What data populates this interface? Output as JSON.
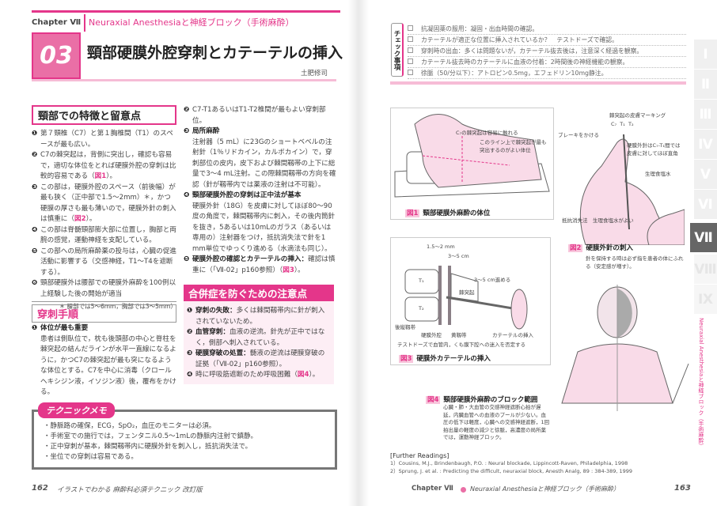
{
  "header": {
    "chapter": "Chapter Ⅶ",
    "chapter_subtitle": "Neuraxial Anesthesiaと神経ブロック（手術麻酔）",
    "number": "03",
    "title": "頸部硬膜外腔穿刺とカテーテルの挿入",
    "author": "土肥修司"
  },
  "features": {
    "heading": "頸部での特徴と留意点",
    "items": [
      {
        "b": "❶",
        "t": "第７頸椎（C7）と第１胸椎間（T1）のスペースが最も広い。"
      },
      {
        "b": "❷",
        "t": "C7の棘突起は，背側に突出し，確認も容易で，適切な体位をとれば硬膜外腔の穿刺は比較的容易である（",
        "r": "図1",
        "e": "）。"
      },
      {
        "b": "❸",
        "t": "この部は，硬膜外腔のスペース（前後幅）が最も狭く（正中部で1.5～2mm）＊，かつ硬膜の厚さも最も薄いので，硬膜外針の刺入は慎重に（",
        "r": "図2",
        "e": "）。"
      },
      {
        "b": "❹",
        "t": "この部は脊髄頸部膨大部に位置し，胸部と両腕の感覚，運動神経を支配している。"
      },
      {
        "b": "❺",
        "t": "この部への局所麻酔薬の投与は，心臓の促進活動に影響する（交感神経，T1～T4を遮断する）。"
      },
      {
        "b": "❻",
        "t": "頸部硬膜外は腰部での硬膜外麻酔を100例以上経験した後の開始が適当"
      }
    ],
    "footnote": "＊ 腰部では5～6mm，胸部では3～5mm）"
  },
  "procedure": {
    "heading": "穿刺手順",
    "items": [
      {
        "b": "❶",
        "h": "体位が最も重要",
        "t": "患者は側臥位で，枕も後頭部の中心と脊柱を棘突起の結んだラインが水平一直線になるように，かつC7の棘突起が最も突になるような体位とする。C7を中心に消毒（クロールヘキシジン液，イソジン液）後，覆布をかける。"
      },
      {
        "b": "❷",
        "h": "",
        "t": "C7-T1あるいはT1-T2椎間が最もよい穿刺部位。"
      },
      {
        "b": "❸",
        "h": "局所麻酔",
        "t": "注射器（5 mL）に23Gのショートベベルの注射針（1％リドカイン，カルボカイン）で，穿刺部位の皮内，皮下および棘間靱帯の上下に総量で3～4 mL注射。この際棘間靱帯の方向を確認（針が靱帯内では薬液の注射は不可能）。"
      },
      {
        "b": "❹",
        "h": "頸部硬膜外腔の穿刺は正中法が基本",
        "t": "硬膜外針（18G）を皮膚に対してほぼ80～90度の角度で，棘間靱帯内に刺入，その後内筒針を抜き，5あるいは10mLのガラス（あるいは専用の）注射器をつけ，抵抗消失法で針を1 mm単位でゆっくり進める（水滴法も同じ）。"
      },
      {
        "b": "❺",
        "h": "硬膜外腔の確認とカテーテルの挿入：",
        "t": "確認は慎重に（「Ⅶ-02」p160参照）（",
        "r": "図3",
        "e": "）。"
      }
    ]
  },
  "complications": {
    "heading": "合併症を防ぐための注意点",
    "items": [
      {
        "b": "❶",
        "h": "穿刺の失敗：",
        "t": "多くは棘間靱帯内に針が刺入されていないため。"
      },
      {
        "b": "❷",
        "h": "血管穿刺：",
        "t": "血液の逆流。針先が正中ではなく，側部へ刺入されている。"
      },
      {
        "b": "❸",
        "h": "硬膜穿破の処置：",
        "t": "髄液の逆流は硬膜穿破の証拠（「Ⅶ-02」p160参照）。"
      },
      {
        "b": "❹",
        "h": "",
        "t": "時に呼吸筋遮断のため呼吸困難（",
        "r": "図4",
        "e": "）。"
      }
    ]
  },
  "memo": {
    "label": "テクニックメモ",
    "items": [
      "・静脈路の確保，ECG，SpO₂，血圧のモニターは必須。",
      "・手術室での施行では，フェンタニル0.5～1mLの静脈内注射で鎮静。",
      "・正中穿刺が基本，棘間靱帯内に硬膜外針を刺入し，抵抗消失法で。",
      "・坐位での穿刺は容易である。"
    ]
  },
  "footer_left": {
    "page": "162",
    "book": "イラストでわかる 麻酔科必須テクニック 改訂版"
  },
  "checklist": {
    "label": "チェック事項",
    "items": [
      "抗凝固薬の服用：凝固・出血時間の確認。",
      "カテーテルが適正な位置に挿入されているか？　テストドーズで確認。",
      "穿刺時の出血：多くは問題ないが，カテーテル抜去後は，注意深く経過を観察。",
      "カテーテル抜去時のカテーテルに血液の付着：2時間後の神経機能の観察。",
      "徐脈（50/分以下）：アトロピン0.5mg，エフェドリン10mg静注。"
    ]
  },
  "fig1": {
    "num": "図1",
    "caption": "頸部硬膜外麻酔の体位",
    "note1": "C₇の棘突起は容易に触れる",
    "note2": "このライン上で棘突起が最も突出するのがよい体位"
  },
  "fig2": {
    "num": "図2",
    "caption": "硬膜外針の刺入",
    "desc": "針を保持する時は必ず指を患者の体にふれる（安定感が増す）。",
    "marking": "棘突起の皮膚マーキング",
    "c7": "C₇",
    "t1": "T₁",
    "t2": "T₂",
    "brake": "ブレーキをかける",
    "angle": "硬膜外針はC₇-T₁間では皮膚に対してほぼ直角",
    "saline": "生理食塩水",
    "lor": "抵抗消失法　生理食塩水がよい"
  },
  "fig3": {
    "num": "図3",
    "caption": "硬膜外カテーテルの挿入",
    "gap": "1.5～2 mm",
    "len": "3～5 cm",
    "advance": "3～5 cm進める",
    "spinous": "棘突起",
    "t1": "T₁",
    "t2": "T₂",
    "pll": "後縦靱帯",
    "epi": "硬膜外腔",
    "lf": "黄靱帯",
    "cath": "カテーテルの挿入",
    "test": "テストドーズで血管内，くも膜下腔への迷入を否定する"
  },
  "fig4": {
    "num": "図4",
    "caption": "頸部硬膜外麻酔のブロック範囲",
    "desc": "心臓・肺・大血管の交感神経遮断心拍が遅延，内臓血管への血液のプールが少ない。血圧の低下は軽度，心臓への交感神経遮断，1回拍出量の軽度の減少と徐脈，高濃度の局所薬では，運動神経ブロック。"
  },
  "readings": {
    "heading": "[Further Readings]",
    "items": [
      "1）Cousins, M.J., Brindenbaugh, P.O. : Neural blockade, Lippincott-Raven, Philadelphia, 1998",
      "2）Sprung, J. et al. : Predicting the difficult, neuraxial block, Anesth Analg, 89 : 384-389, 1999"
    ]
  },
  "footer_right": {
    "chapter": "Chapter Ⅶ",
    "title": "Neuraxial Anesthesiaと神経ブロック（手術麻酔）",
    "page": "163"
  },
  "side_tabs": [
    "Ⅰ",
    "Ⅱ",
    "Ⅲ",
    "Ⅳ",
    "Ⅴ",
    "Ⅵ",
    "Ⅶ",
    "Ⅷ",
    "Ⅸ"
  ],
  "side_label": "Neuraxial Anesthesiaと神経ブロック（手術麻酔）",
  "colors": {
    "accent": "#e4368a",
    "light": "#f6bcd6"
  }
}
